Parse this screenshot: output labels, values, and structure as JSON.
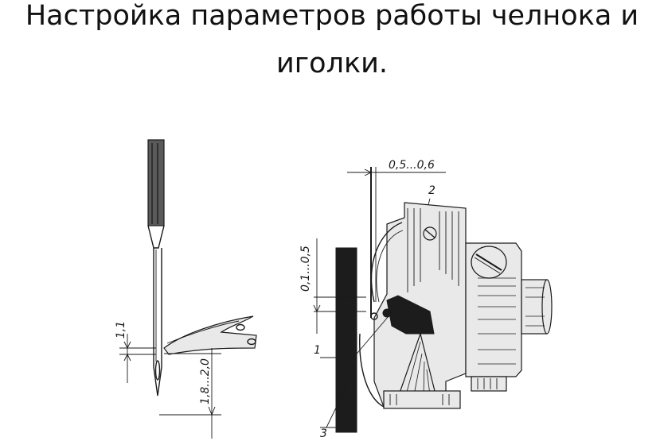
{
  "title": {
    "line1": "Настройка параметров работы челнока и",
    "line2": "иголки."
  },
  "diagram": {
    "left": {
      "dim_a": "1,1",
      "dim_b": "1,8...2,0"
    },
    "right": {
      "dim_top": "0,5...0,6",
      "dim_side": "0,1...0,5",
      "callout_1": "1",
      "callout_2": "2",
      "callout_3": "3"
    }
  }
}
